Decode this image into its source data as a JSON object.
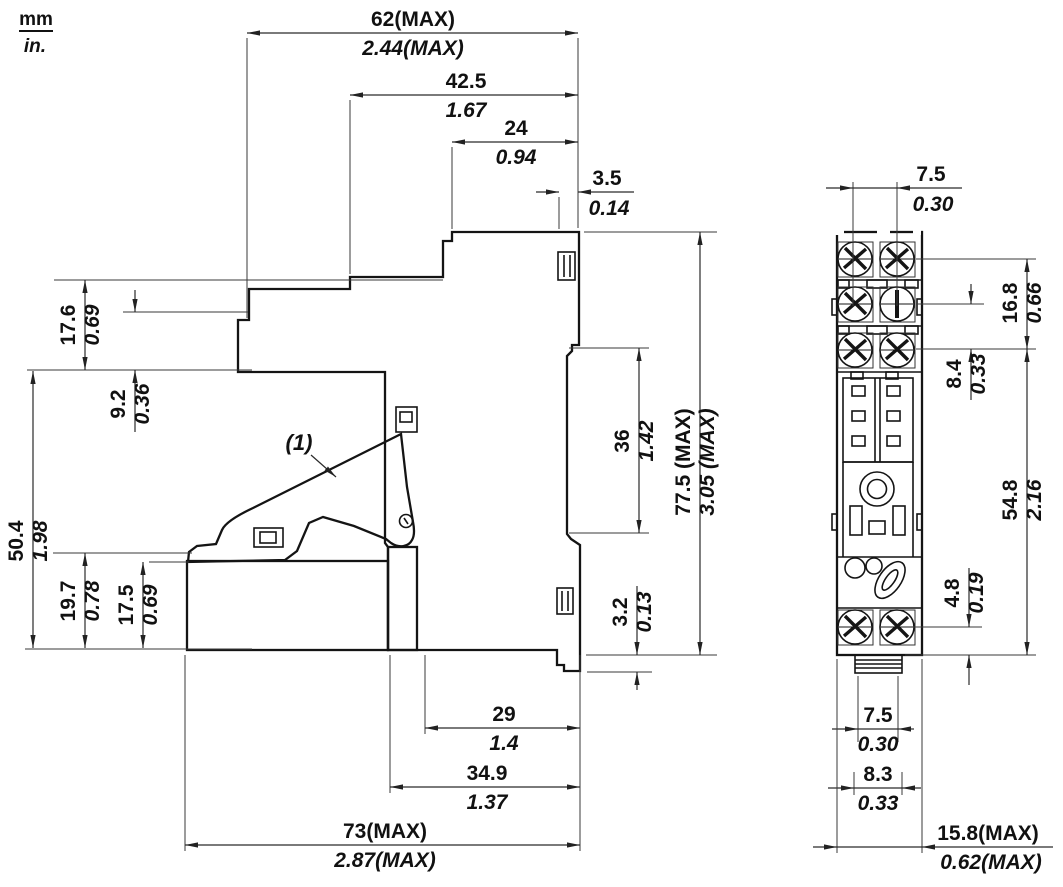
{
  "legend": {
    "unit_top": "mm",
    "unit_bottom": "in."
  },
  "colors": {
    "background": "#ffffff",
    "body_fill": "#d2d2d2",
    "lever_fill": "#e9e9e9",
    "detail_fill": "#e2e2e2",
    "outline": "#141414",
    "dimension_line": "#2a2a2a"
  },
  "side_view": {
    "callout_label": "(1)",
    "dims": {
      "w62": {
        "mm": "62(MAX)",
        "in": "2.44(MAX)"
      },
      "w42_5": {
        "mm": "42.5",
        "in": "1.67"
      },
      "w24": {
        "mm": "24",
        "in": "0.94"
      },
      "w3_5": {
        "mm": "3.5",
        "in": "0.14"
      },
      "h17_6": {
        "mm": "17.6",
        "in": "0.69"
      },
      "h9_2": {
        "mm": "9.2",
        "in": "0.36"
      },
      "h50_4": {
        "mm": "50.4",
        "in": "1.98"
      },
      "h19_7": {
        "mm": "19.7",
        "in": "0.78"
      },
      "h17_5": {
        "mm": "17.5",
        "in": "0.69"
      },
      "h36": {
        "mm": "36",
        "in": "1.42"
      },
      "h77_5": {
        "mm": "77.5 (MAX)",
        "in": "3.05 (MAX)"
      },
      "h3_2": {
        "mm": "3.2",
        "in": "0.13"
      },
      "w29": {
        "mm": "29",
        "in": "1.4"
      },
      "w34_9": {
        "mm": "34.9",
        "in": "1.37"
      },
      "w73": {
        "mm": "73(MAX)",
        "in": "2.87(MAX)"
      }
    }
  },
  "front_view": {
    "dims": {
      "w7_5_top": {
        "mm": "7.5",
        "in": "0.30"
      },
      "h16_8": {
        "mm": "16.8",
        "in": "0.66"
      },
      "h8_4": {
        "mm": "8.4",
        "in": "0.33"
      },
      "h54_8": {
        "mm": "54.8",
        "in": "2.16"
      },
      "h4_8": {
        "mm": "4.8",
        "in": "0.19"
      },
      "w7_5_bottom": {
        "mm": "7.5",
        "in": "0.30"
      },
      "w8_3": {
        "mm": "8.3",
        "in": "0.33"
      },
      "w15_8": {
        "mm": "15.8(MAX)",
        "in": "0.62(MAX)"
      }
    }
  }
}
